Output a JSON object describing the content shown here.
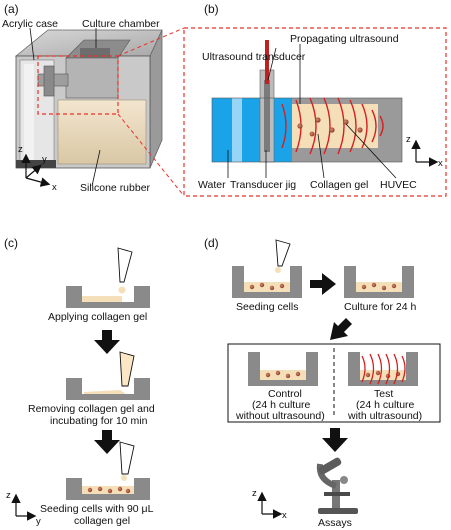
{
  "panels": {
    "a": {
      "letter": "(a)",
      "acrylic_case": "Acrylic case",
      "culture_chamber": "Culture chamber",
      "silicone_rubber": "Silicone rubber",
      "axis_z": "z",
      "axis_y": "y",
      "axis_x": "x"
    },
    "b": {
      "letter": "(b)",
      "propagating_ultrasound": "Propagating ultrasound",
      "ultrasound_transducer": "Ultrasound transducer",
      "water": "Water",
      "transducer_jig": "Transducer jig",
      "collagen_gel": "Collagen gel",
      "huvec": "HUVEC",
      "axis_z": "z",
      "axis_x": "x"
    },
    "c": {
      "letter": "(c)",
      "step1": "Applying collagen gel",
      "step2_line1": "Removing collagen gel and",
      "step2_line2": "incubating for 10 min",
      "step3_line1": "Seeding cells with 90 μL",
      "step3_line2": "collagen gel",
      "axis_z": "z",
      "axis_y": "y"
    },
    "d": {
      "letter": "(d)",
      "seeding": "Seeding cells",
      "culture": "Culture for 24 h",
      "control_line1": "Control",
      "control_line2": "(24 h culture",
      "control_line3": "without ultrasound)",
      "test_line1": "Test",
      "test_line2": "(24 h culture",
      "test_line3": "with ultrasound)",
      "assays": "Assays",
      "axis_z": "z",
      "axis_x": "x"
    }
  },
  "colors": {
    "dashed_red": "#e8332a",
    "water_blue": "#1aa3e8",
    "ultrasound_red": "#d42020",
    "gel_beige": "#f4dfb8",
    "wall_gray": "#8a8a8a",
    "cell_brown": "#b0604a"
  }
}
